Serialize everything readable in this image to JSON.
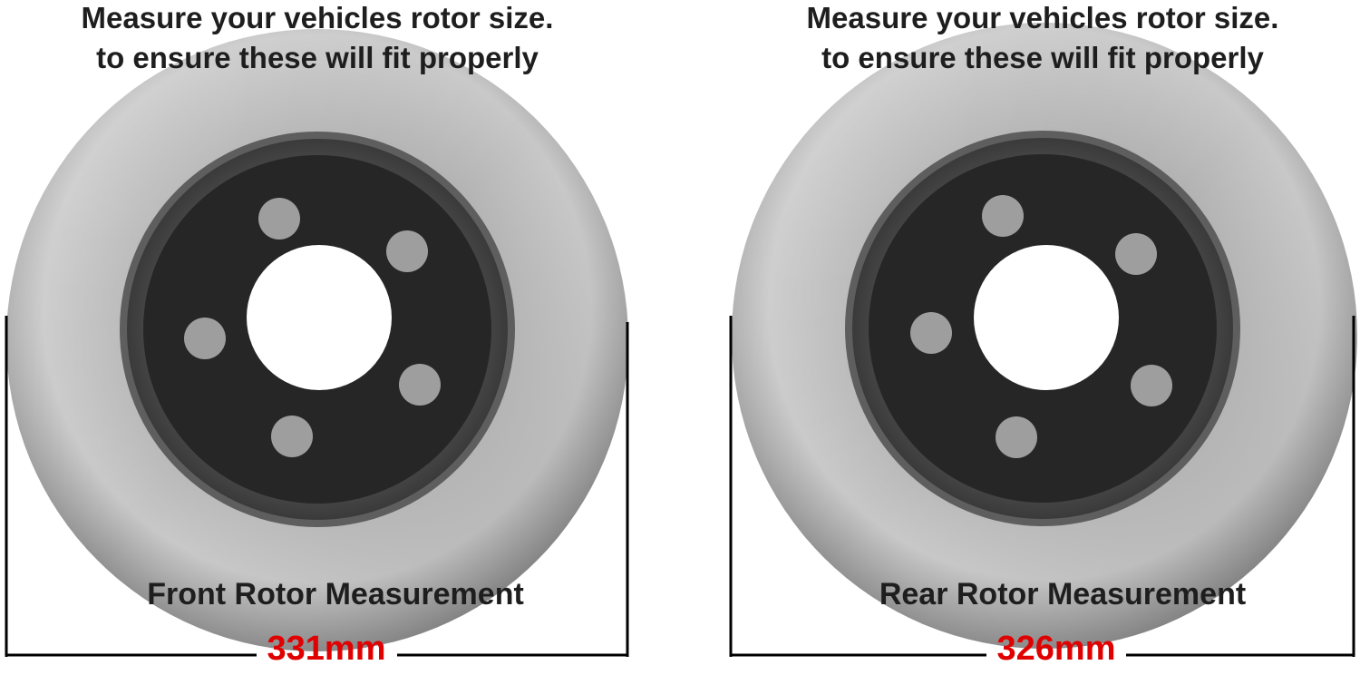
{
  "panels": [
    {
      "heading_line1": "Measure your vehicles rotor size.",
      "heading_line2": "to ensure these will fit properly",
      "caption": "Front Rotor Measurement",
      "measurement": "331mm"
    },
    {
      "heading_line1": "Measure your vehicles rotor size.",
      "heading_line2": "to ensure these will fit properly",
      "caption": "Rear Rotor Measurement",
      "measurement": "326mm"
    }
  ],
  "colors": {
    "measurement_text": "#e00000",
    "rotor_metal": "#9a9a9a",
    "hub_dark": "#262626",
    "bolt_hole": "#9e9e9e"
  }
}
